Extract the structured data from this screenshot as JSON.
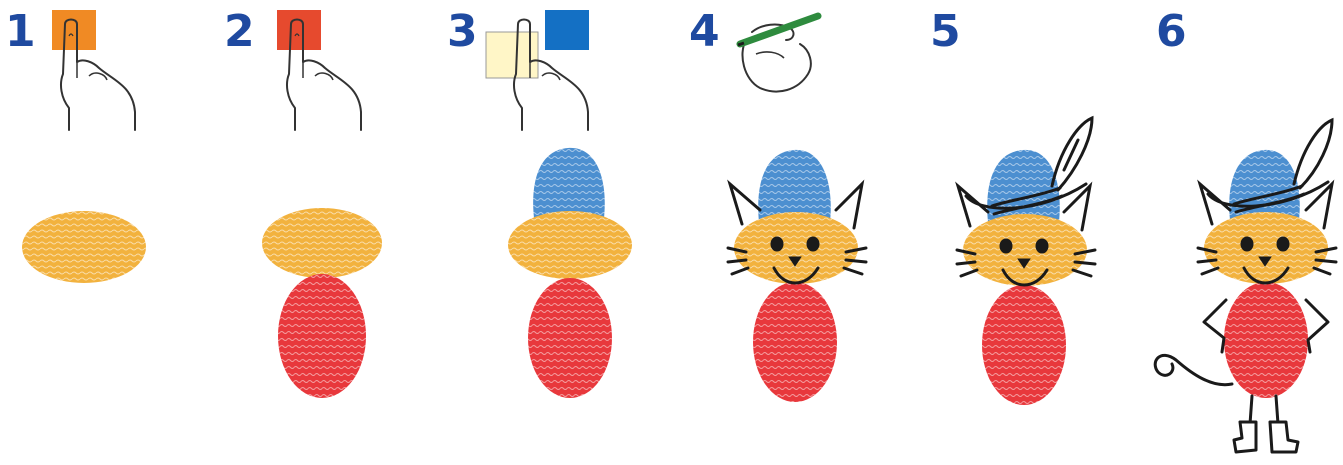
{
  "steps": [
    {
      "number": "1",
      "swatch_color": "#F08A24",
      "tool": "fingertip"
    },
    {
      "number": "2",
      "swatch_color": "#E64A2E",
      "tool": "fingertip"
    },
    {
      "number": "3",
      "swatch_color": "#1470C4",
      "tool": "fingertip-with-paper"
    },
    {
      "number": "4",
      "swatch_color": null,
      "tool": "pen-in-hand"
    },
    {
      "number": "5",
      "swatch_color": null,
      "tool": null
    },
    {
      "number": "6",
      "swatch_color": null,
      "tool": null
    }
  ],
  "colors": {
    "step_number": "#1f4aa0",
    "print_orange": "#F2B23E",
    "print_red": "#E8383C",
    "print_blue": "#4C8FD0",
    "paper": "#FFF6C7",
    "ink": "#1a1a1a",
    "pen_green": "#2E8B3E"
  },
  "icons": [
    "pointing-hand-icon",
    "paper-icon",
    "pen-hand-icon"
  ]
}
